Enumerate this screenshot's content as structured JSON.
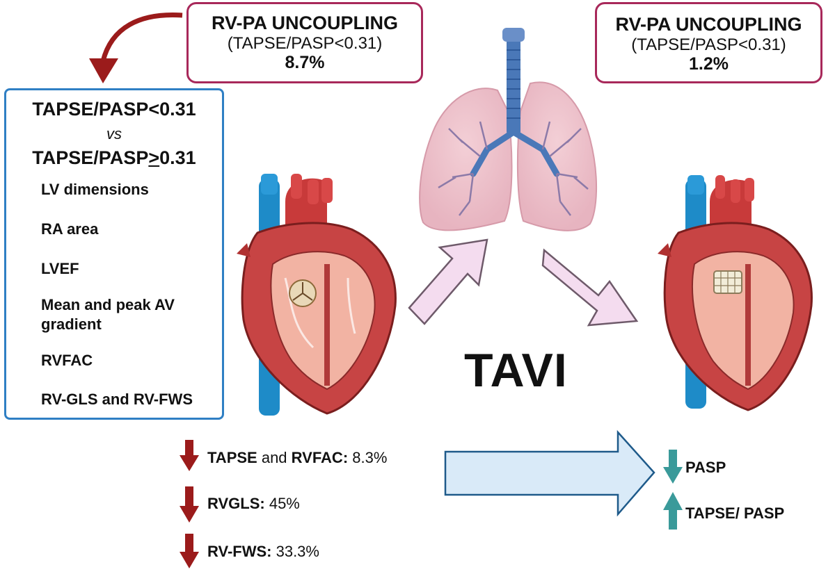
{
  "left_box": {
    "title": "RV-PA UNCOUPLING",
    "subtitle": "(TAPSE/PASP<0.31)",
    "value": "8.7%"
  },
  "right_box": {
    "title": "RV-PA UNCOUPLING",
    "subtitle": "(TAPSE/PASP<0.31)",
    "value": "1.2%"
  },
  "panel": {
    "line1": "TAPSE/PASP<0.31",
    "vs": "vs",
    "line3_prefix": "TAPSE/PASP",
    "line3_sign": ">",
    "line3_suffix": "0.31",
    "increased": [
      "LV dimensions",
      "RA area"
    ],
    "decreased": [
      "LVEF",
      "Mean and peak AV gradient",
      "RVFAC",
      "RV-GLS and RV-FWS"
    ]
  },
  "center_label": "TAVI",
  "effects": [
    {
      "bold1": "TAPSE",
      "mid": " and ",
      "bold2": "RVFAC:",
      "value": " 8.3%"
    },
    {
      "bold1": "RVGLS:",
      "value": " 45%"
    },
    {
      "bold1": "RV-FWS:",
      "value": " 33.3%"
    }
  ],
  "outcomes": [
    {
      "label": "PASP",
      "direction": "down"
    },
    {
      "label": "TAPSE/ PASP",
      "direction": "up"
    }
  ],
  "colors": {
    "box_border": "#a8285a",
    "panel_border": "#2f7fc4",
    "dark_red_arrow": "#9b1b1b",
    "teal_arrow": "#3a9a9a",
    "pink_arrow": "#f4dcef",
    "blue_arrow": "#d9eaf8"
  }
}
